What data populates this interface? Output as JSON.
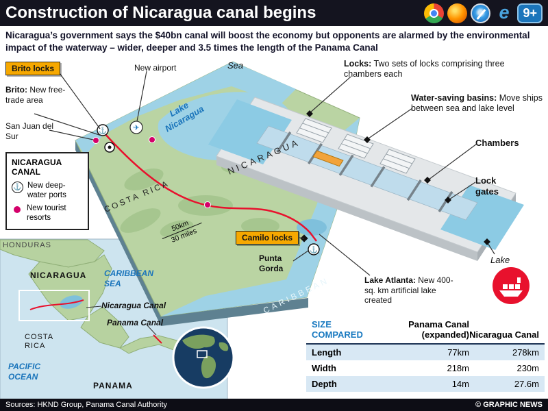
{
  "header": {
    "title": "Construction of Nicaragua canal begins",
    "age_badge": "9+",
    "browser_icons": [
      "chrome-icon",
      "firefox-icon",
      "safari-icon",
      "ie-icon"
    ],
    "ie_glyph": "e"
  },
  "intro": "Nicaragua’s government says the $40bn canal will boost the economy but opponents are alarmed by the environmental impact of the waterway – wider, deeper and 3.5 times the length of the Panama Canal",
  "icons": {
    "anchor": "⚓",
    "plane": "✈"
  },
  "map": {
    "badges": {
      "brito": "Brito locks",
      "camilo": "Camilo locks"
    },
    "labels": {
      "brito_bold": "Brito:",
      "brito_rest": " New free-trade area",
      "san_juan": "San Juan del Sur",
      "airport": "New airport",
      "sea": "Sea",
      "lake": "Lake Nicaragua",
      "nicaragua": "NICARAGUA",
      "costa_rica": "COSTA RICA",
      "caribbean": "CARIBBEAN",
      "scale_top": "50km",
      "scale_bottom": "30 miles",
      "punta_gorda": "Punta Gorda",
      "lake_atlanta_bold": "Lake Atlanta:",
      "lake_atlanta_rest": " New 400-sq. km artificial lake created"
    },
    "legend": {
      "title": "NICARAGUA CANAL",
      "ports": "New deep-water ports",
      "resorts": "New tourist resorts"
    }
  },
  "locks": {
    "locks_bold": "Locks:",
    "locks_rest": " Two sets of locks comprising three chambers each",
    "basins_bold": "Water-saving basins:",
    "basins_rest": " Move ships between sea and lake level",
    "chambers": "Chambers",
    "gates": "Lock gates",
    "lake": "Lake"
  },
  "inset": {
    "honduras": "HONDURAS",
    "nicaragua": "NICARAGUA",
    "caribbean_sea": "CARIBBEAN SEA",
    "nicaragua_canal": "Nicaragua Canal",
    "panama_canal": "Panama Canal",
    "costa_rica": "COSTA RICA",
    "pacific_ocean": "PACIFIC OCEAN",
    "panama": "PANAMA"
  },
  "table": {
    "title": "SIZE COMPARED",
    "columns": [
      "Panama Canal (expanded)",
      "Nicaragua Canal"
    ],
    "rows": [
      {
        "label": "Length",
        "panama": "77km",
        "nicaragua": "278km"
      },
      {
        "label": "Width",
        "panama": "218m",
        "nicaragua": "230m"
      },
      {
        "label": "Depth",
        "panama": "14m",
        "nicaragua": "27.6m"
      }
    ]
  },
  "footer": {
    "sources": "Sources: HKND Group, Panama Canal Authority",
    "credit": "© GRAPHIC NEWS"
  },
  "colors": {
    "accent_yellow": "#f6a800",
    "canal_red": "#e8112d",
    "sea_blue": "#9ed2e6",
    "land_green": "#bad4a3",
    "magenta": "#d4006a",
    "table_blue": "#1879c0"
  }
}
